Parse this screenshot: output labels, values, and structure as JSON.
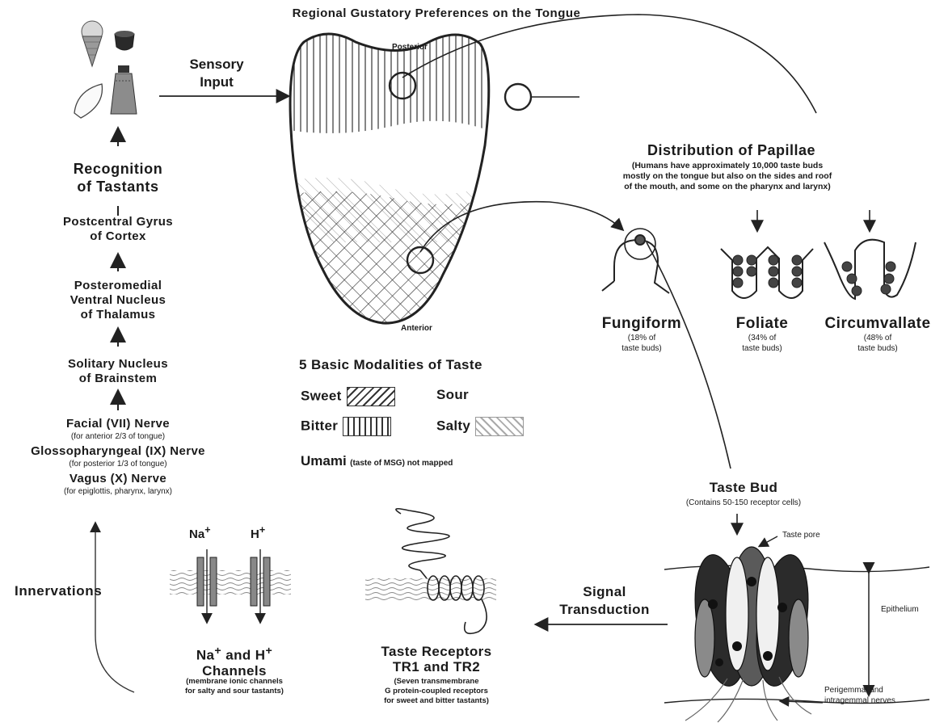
{
  "title": "Regional Gustatory Preferences on the Tongue",
  "tongue": {
    "posterior_label": "Posterior",
    "anterior_label": "Anterior"
  },
  "sensory_input": {
    "line1": "Sensory",
    "line2": "Input"
  },
  "pathway": {
    "recognition": [
      "Recognition",
      "of Tastants"
    ],
    "postcentral": [
      "Postcentral Gyrus",
      "of Cortex"
    ],
    "thalamus": [
      "Posteromedial",
      "Ventral Nucleus",
      "of Thalamus"
    ],
    "solitary": [
      "Solitary Nucleus",
      "of Brainstem"
    ],
    "facial": "Facial (VII) Nerve",
    "facial_note": "(for anterior 2/3 of tongue)",
    "glosso": "Glossopharyngeal (IX) Nerve",
    "glosso_note": "(for posterior 1/3 of tongue)",
    "vagus": "Vagus (X) Nerve",
    "vagus_note": "(for epiglottis, pharynx, larynx)",
    "innervations": "Innervations"
  },
  "papillae": {
    "heading": "Distribution of Papillae",
    "note_lines": [
      "(Humans have approximately 10,000 taste buds",
      "mostly on the tongue but also on the sides and roof",
      "of the mouth, and some on the pharynx and larynx)"
    ],
    "types": [
      {
        "name": "Fungiform",
        "pct": [
          "(18% of",
          "taste buds)"
        ]
      },
      {
        "name": "Foliate",
        "pct": [
          "(34% of",
          "taste buds)"
        ]
      },
      {
        "name": "Circumvallate",
        "pct": [
          "(48% of",
          "taste buds)"
        ]
      }
    ]
  },
  "modalities": {
    "heading": "5 Basic Modalities of Taste",
    "sweet": "Sweet",
    "sour": "Sour",
    "bitter": "Bitter",
    "salty": "Salty",
    "umami": "Umami",
    "umami_note": "(taste of MSG) not mapped"
  },
  "taste_bud": {
    "heading": "Taste Bud",
    "note": "(Contains 50-150 receptor cells)",
    "taste_pore": "Taste pore",
    "epithelium": "Epithelium",
    "nerves": [
      "Perigemmal and",
      "intragemmal nerves"
    ]
  },
  "signal": {
    "line1": "Signal",
    "line2": "Transduction"
  },
  "receptors": {
    "title": [
      "Taste Receptors",
      "TR1 and TR2"
    ],
    "note": [
      "(Seven transmembrane",
      "G protein-coupled receptors",
      "for sweet and bitter tastants)"
    ]
  },
  "channels": {
    "na": "Na",
    "h": "H",
    "plus": "+",
    "title_a": "Na",
    "title_b": " and H",
    "title_c": "Channels",
    "note": [
      "(membrane ionic channels",
      "for salty and sour tastants)"
    ]
  }
}
